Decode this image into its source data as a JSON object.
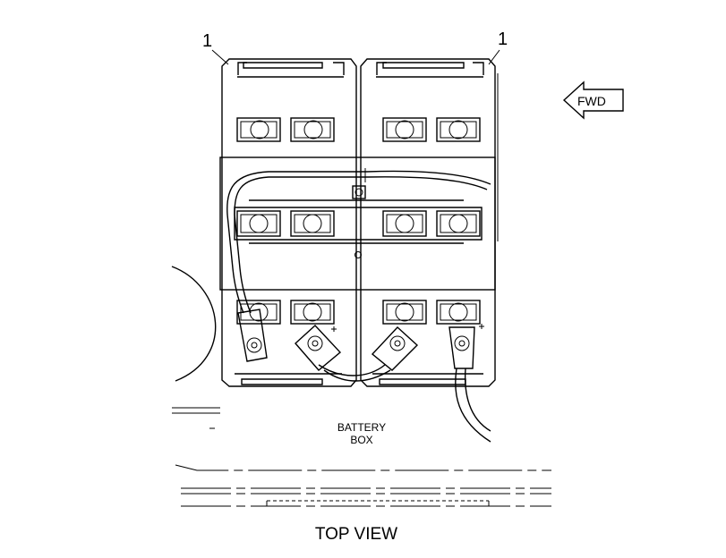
{
  "labels": {
    "callout_left": "1",
    "callout_right": "1",
    "direction": "FWD",
    "box_line1": "BATTERY",
    "box_line2": "BOX",
    "view_caption": "TOP VIEW"
  }
}
